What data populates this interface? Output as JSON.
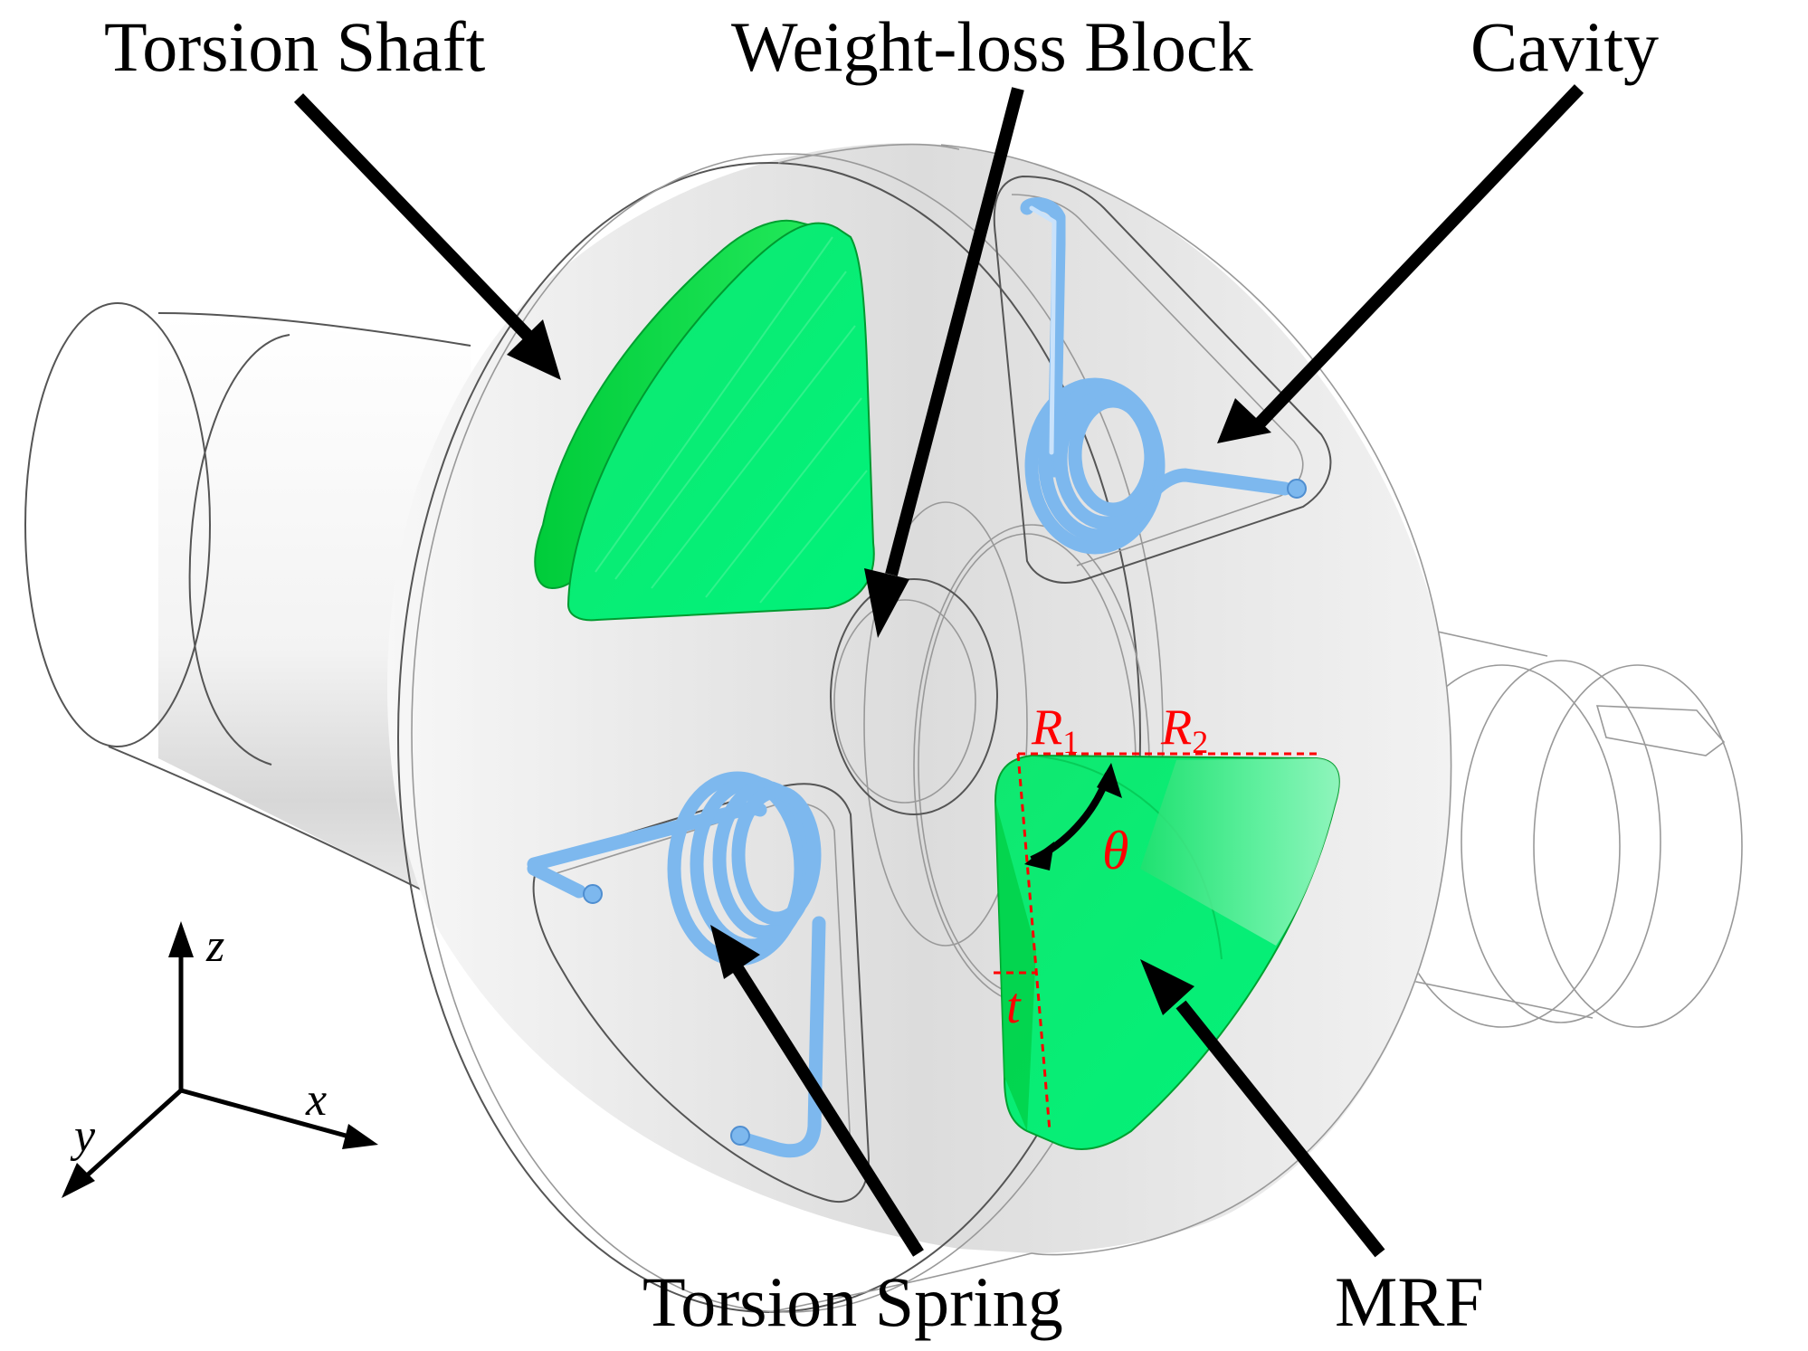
{
  "labels": {
    "torsion_shaft": "Torsion Shaft",
    "weight_loss_block": "Weight-loss Block",
    "cavity": "Cavity",
    "torsion_spring": "Torsion Spring",
    "mrf": "MRF"
  },
  "symbols": {
    "r1": "R",
    "r1_sub": "1",
    "r2": "R",
    "r2_sub": "2",
    "theta": "θ",
    "t": "t"
  },
  "axes": {
    "z": "z",
    "x": "x",
    "y": "y"
  },
  "colors": {
    "mrf_green": "#00f06a",
    "mrf_dark": "#00d040",
    "spring_blue": "#7db8ee",
    "dimension_red": "#ff0000",
    "outline_gray": "#555555"
  }
}
